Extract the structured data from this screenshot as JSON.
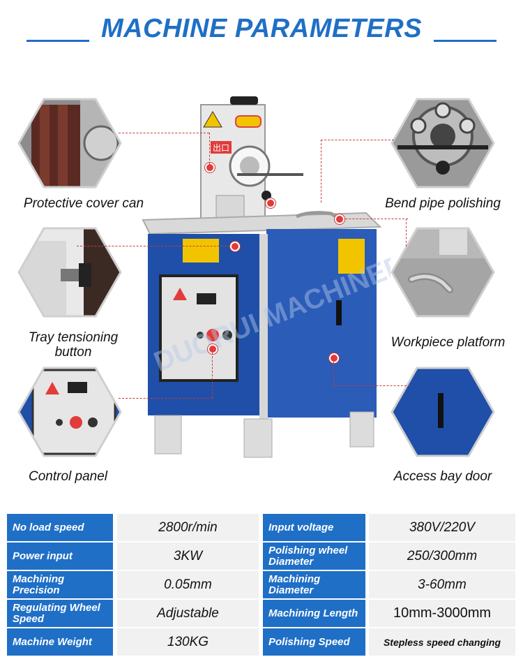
{
  "header": {
    "title": "MACHINE PARAMETERS"
  },
  "features": {
    "protective_cover": "Protective cover can",
    "bend_pipe": "Bend pipe polishing",
    "tray_tensioning_line1": "Tray tensioning",
    "tray_tensioning_line2": "button",
    "workpiece_platform": "Workpiece platform",
    "control_panel": "Control panel",
    "access_bay_door": "Access bay door"
  },
  "machine": {
    "exit_label": "出口",
    "watermark": "DUORUI MACHINERY"
  },
  "specs": [
    {
      "k1": "No load speed",
      "v1": "2800r/min",
      "k2": "Input voltage",
      "v2": "380V/220V"
    },
    {
      "k1": "Power input",
      "v1": "3KW",
      "k2": "Polishing wheel Diameter",
      "v2": "250/300mm"
    },
    {
      "k1": "Machining Precision",
      "v1": "0.05mm",
      "k2": "Machining Diameter",
      "v2": "3-60mm"
    },
    {
      "k1": "Regulating Wheel Speed",
      "v1": "Adjustable",
      "k2": "Machining Length",
      "v2": "10mm-3000mm"
    },
    {
      "k1": "Machine Weight",
      "v1": "130KG",
      "k2": "Polishing Speed",
      "v2": "Stepless speed changing"
    }
  ],
  "colors": {
    "accent": "#1f6fc6",
    "callout": "#c83a3a",
    "machine_blue": "#1f4fa8"
  }
}
